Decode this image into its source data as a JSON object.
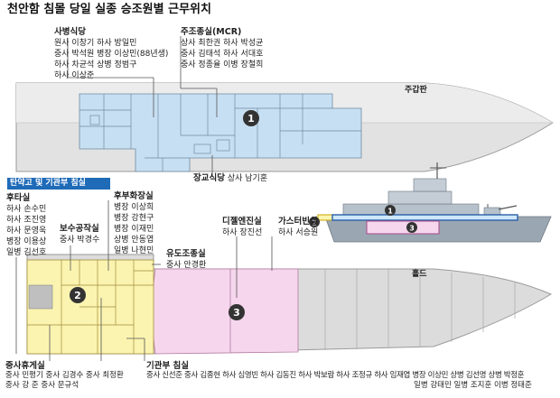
{
  "title": "천안함 침몰 당일 실종 승조원별 근무위치",
  "section_labels": {
    "upper_deck": "주갑판",
    "hold": "홀드",
    "aft_bar": "탄약고 및 기관부 침실"
  },
  "markers": [
    "1",
    "2",
    "3"
  ],
  "groups": {
    "sailor_mess": {
      "heading": "사병식당",
      "rows": [
        "원사 이창기   하사 방일민",
        "중사 박석원   병장 이상민(88년생)",
        "하사 차균석   상병 정범구",
        "하사 이상준"
      ]
    },
    "mcr": {
      "heading": "주조종실(MCR)",
      "rows": [
        "상사 최한권   하사 박성균",
        "중사 김태석   하사 서대호",
        "중사 정종율   이병 장철희"
      ]
    },
    "officer_mess": {
      "heading": "장교식당",
      "rows": [
        "상사 남기훈"
      ]
    },
    "aft_cabin": {
      "heading": "후타실",
      "rows": [
        "하사 손수민",
        "하사 조진영",
        "하사 문영욱",
        "병장 이용상",
        "일병 김선호"
      ]
    },
    "repair": {
      "heading": "보수공작실",
      "rows": [
        "중사 박경수"
      ]
    },
    "aft_fire": {
      "heading": "후부화장실",
      "rows": [
        "병장 이상희",
        "병장 강현구",
        "병장 이재민",
        "상병 안동엽",
        "일병 나현민"
      ]
    },
    "guidance": {
      "heading": "유도조종실",
      "rows": [
        "중사 안경환"
      ]
    },
    "diesel": {
      "heading": "디젤엔진실",
      "rows": [
        "하사 장진선"
      ]
    },
    "gas_turbine": {
      "heading": "가스터빈실",
      "rows": [
        "하사 서승원"
      ]
    },
    "petty_rest": {
      "heading": "중사휴게실",
      "rows": [
        "중사 민평기   중사 김경수   중사 최정환",
        "중사 강    준   중사 문규석"
      ]
    },
    "engine_quarters": {
      "heading": "기관부 침실",
      "rows": [
        "중사 신선준   중사 김종헌   하사 심영빈   하사 김동진   하사 박보람   하사 조정규   하사 임재엽   병장 이상민   상병 김선명   상병 박정훈",
        "일병 강태민   일병 조지훈   이병 정태준"
      ]
    }
  },
  "colors": {
    "hull_gray": "#d6d6d6",
    "blue_area": "#c7dff2",
    "yellow_area": "#fbf4b0",
    "pink_area": "#f6d6ec",
    "bar_blue": "#2a5fa6"
  }
}
